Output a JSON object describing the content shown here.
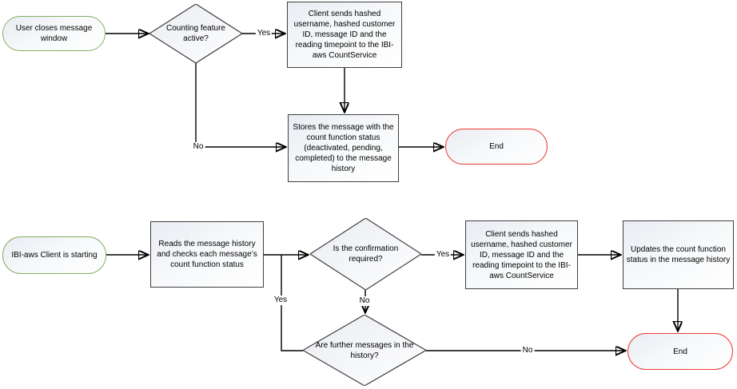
{
  "diagram": {
    "colors": {
      "start_border": "#84ae63",
      "end_border": "#ed3b32",
      "process_border": "#3f3f3f",
      "diamond_border": "#404040",
      "connector": "#000000"
    },
    "flow1": {
      "start": "User closes message window",
      "decision_counting": "Counting feature active?",
      "process_send": "Client sends hashed username, hashed customer ID, message ID and the reading timepoint to the IBI-aws CountService",
      "process_store": "Stores the message with the count function status (deactivated, pending, completed) to the message history",
      "end": "End",
      "label_yes": "Yes",
      "label_no": "No"
    },
    "flow2": {
      "start": "IBI-aws Client is starting",
      "process_read": "Reads the message history and checks each message’s count function status",
      "decision_confirmation": "Is the confirmation required?",
      "process_send": "Client sends hashed username, hashed customer ID, message ID and the reading timepoint to the IBI-aws CountService",
      "process_update": "Updates the count function status in the message history",
      "decision_further": "Are further messages in the history?",
      "end": "End",
      "label_yes_confirmation": "Yes",
      "label_no_confirmation": "No",
      "label_yes_further": "Yes",
      "label_no_further": "No"
    }
  }
}
